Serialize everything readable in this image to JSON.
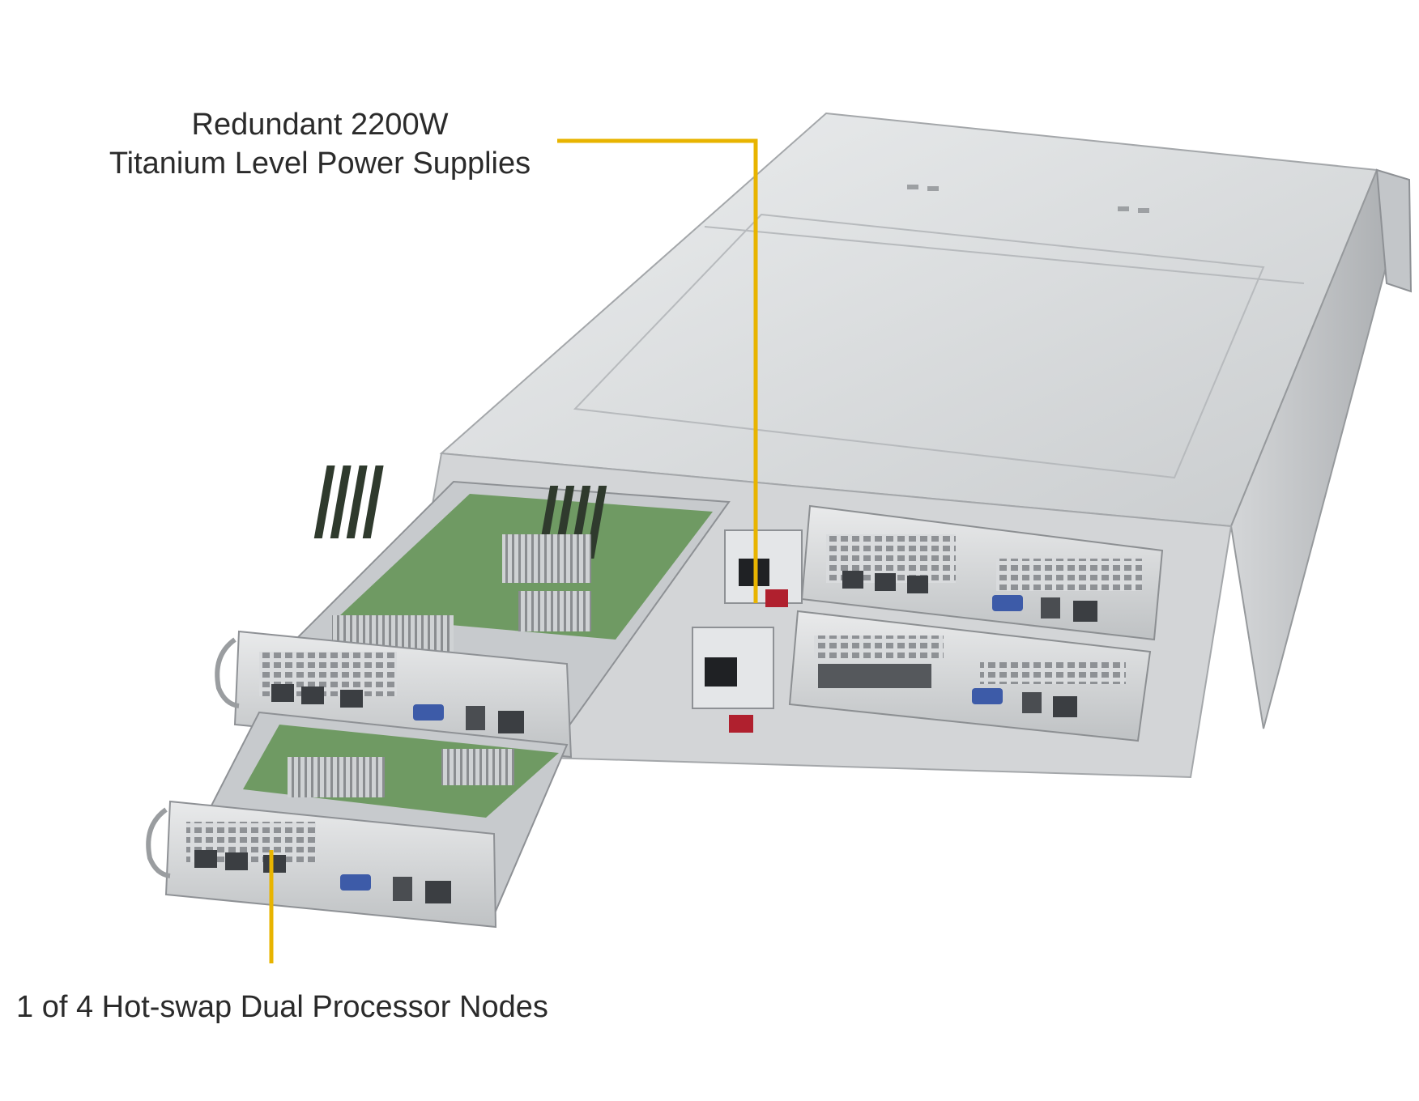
{
  "callouts": {
    "power_supplies": {
      "line1": "Redundant 2200W",
      "line2": "Titanium Level Power Supplies"
    },
    "node": {
      "text": "1 of 4 Hot-swap Dual Processor Nodes"
    }
  },
  "colors": {
    "leader_line": "#e8b400",
    "chassis_top": "#d6d8da",
    "chassis_side": "#b9bcbf",
    "pcb_green": "#6f9a63",
    "psu_handle": "#b0202e"
  }
}
